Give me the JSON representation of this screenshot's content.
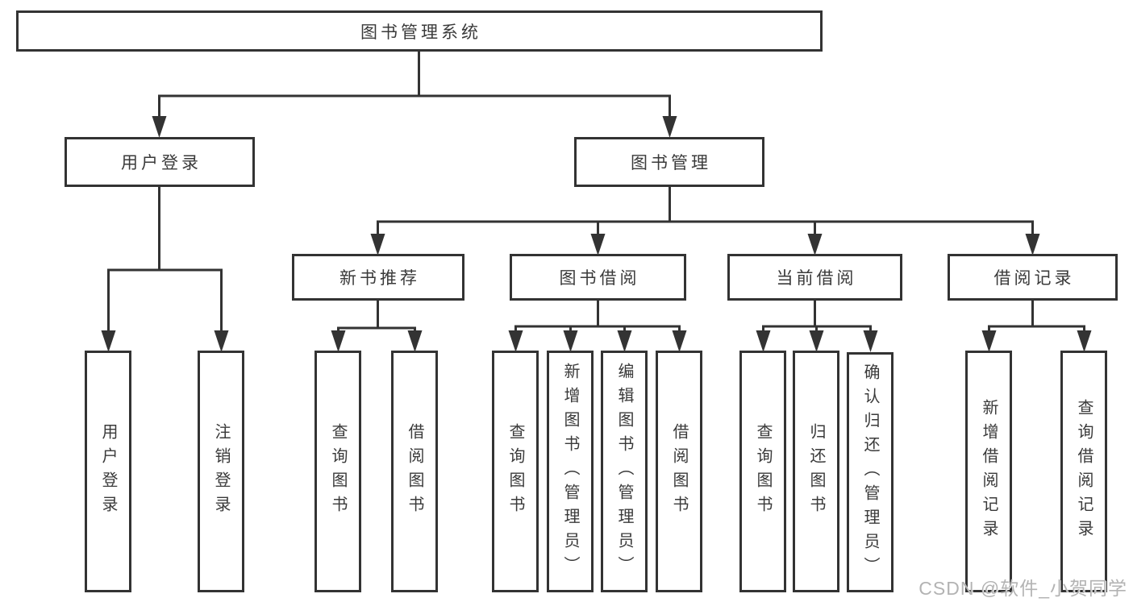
{
  "tree": {
    "label": "图书管理系统",
    "children": [
      {
        "label": "用户登录",
        "children": [
          {
            "label": "用户登录"
          },
          {
            "label": "注销登录"
          }
        ]
      },
      {
        "label": "图书管理",
        "children": [
          {
            "label": "新书推荐",
            "children": [
              {
                "label": "查询图书"
              },
              {
                "label": "借阅图书"
              }
            ]
          },
          {
            "label": "图书借阅",
            "children": [
              {
                "label": "查询图书"
              },
              {
                "label": "新增图书（管理员）"
              },
              {
                "label": "编辑图书（管理员）"
              },
              {
                "label": "借阅图书"
              }
            ]
          },
          {
            "label": "当前借阅",
            "children": [
              {
                "label": "查询图书"
              },
              {
                "label": "归还图书"
              },
              {
                "label": "确认归还（管理员）"
              }
            ]
          },
          {
            "label": "借阅记录",
            "children": [
              {
                "label": "新增借阅记录"
              },
              {
                "label": "查询借阅记录"
              }
            ]
          }
        ]
      }
    ]
  },
  "watermark": {
    "text": "CSDN @软件_小贺同学"
  },
  "colors": {
    "line": "#333333",
    "box_border": "#333333",
    "text": "#3a3a3a",
    "background": "#ffffff",
    "watermark": "#b3b3b3"
  }
}
